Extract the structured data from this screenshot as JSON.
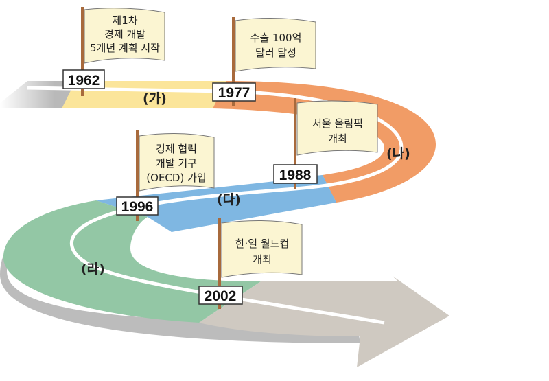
{
  "periods": [
    {
      "label": "(가)",
      "color": "#fbe59a"
    },
    {
      "label": "(나)",
      "color": "#f19c66"
    },
    {
      "label": "(다)",
      "color": "#7fb7e2"
    },
    {
      "label": "(라)",
      "color": "#93c7a5"
    }
  ],
  "milestones": [
    {
      "year": "1962",
      "lines": [
        "제1차",
        "경제 개발",
        "5개년 계획 시작"
      ]
    },
    {
      "year": "1977",
      "lines": [
        "수출 100억",
        "달러 달성"
      ]
    },
    {
      "year": "1988",
      "lines": [
        "서울 올림픽",
        "개최"
      ]
    },
    {
      "year": "1996",
      "lines": [
        "경제 협력",
        "개발 기구",
        "(OECD) 가입"
      ]
    },
    {
      "year": "2002",
      "lines": [
        "한·일 월드컵",
        "개최"
      ]
    }
  ],
  "colors": {
    "future_road": "#cfc9c1",
    "road_center_line": "#ffffff",
    "flag_cloth": "#fbf5d2",
    "flag_pole": "#a86a3c",
    "year_box": "#ffffff"
  }
}
